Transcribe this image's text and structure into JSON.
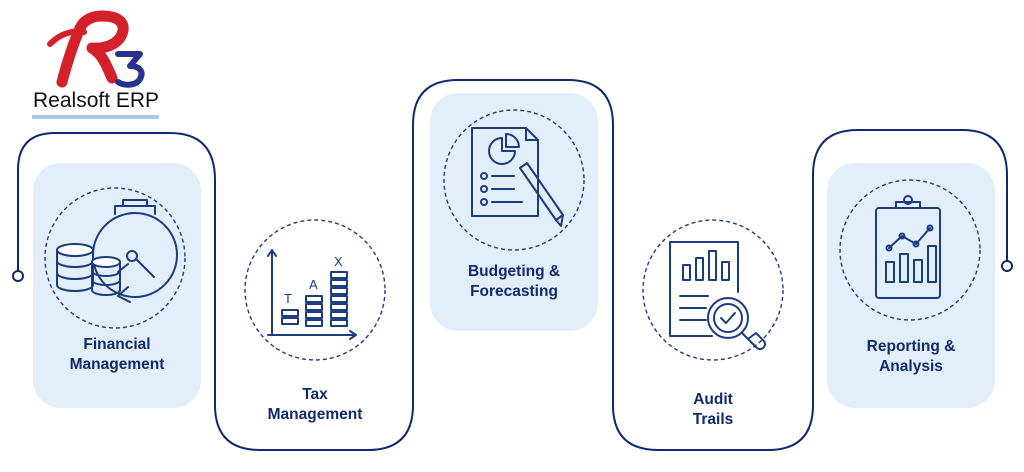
{
  "brand": {
    "name": "Realsoft ERP",
    "logo_letters": "R3",
    "logo_colors": {
      "r": "#d3202a",
      "three": "#28328c"
    }
  },
  "colors": {
    "line": "#0f2a6e",
    "card": "#e3eefb",
    "icon": "#1c3c80",
    "text": "#102a6b"
  },
  "modules": [
    {
      "id": "financial",
      "lines": [
        "Financial",
        "Management"
      ],
      "icon": "coins-stopwatch-icon"
    },
    {
      "id": "tax",
      "lines": [
        "Tax",
        "Management"
      ],
      "icon": "tax-bar-chart-icon"
    },
    {
      "id": "budgeting",
      "lines": [
        "Budgeting &",
        "Forecasting"
      ],
      "icon": "report-pencil-icon"
    },
    {
      "id": "audit",
      "lines": [
        "Audit",
        "Trails"
      ],
      "icon": "document-magnifier-icon"
    },
    {
      "id": "reporting",
      "lines": [
        "Reporting &",
        "Analysis"
      ],
      "icon": "clipboard-chart-icon"
    }
  ],
  "tax_icon_letters": [
    "T",
    "A",
    "X"
  ]
}
